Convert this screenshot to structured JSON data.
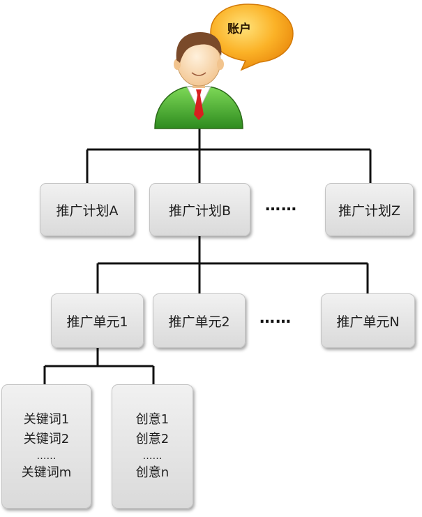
{
  "account": {
    "label": "账户",
    "icon": "user-avatar-icon",
    "bubble_color": "#f5a21b"
  },
  "plans": [
    "推广计划A",
    "推广计划B",
    "推广计划Z"
  ],
  "plans_ellipsis": "……",
  "units": [
    "推广单元1",
    "推广单元2",
    "推广单元N"
  ],
  "units_ellipsis": "……",
  "keywords": {
    "first": "关键词1",
    "second": "关键词2",
    "ellipsis": "……",
    "last": "关键词m"
  },
  "ideas": {
    "first": "创意1",
    "second": "创意2",
    "ellipsis": "……",
    "last": "创意n"
  }
}
